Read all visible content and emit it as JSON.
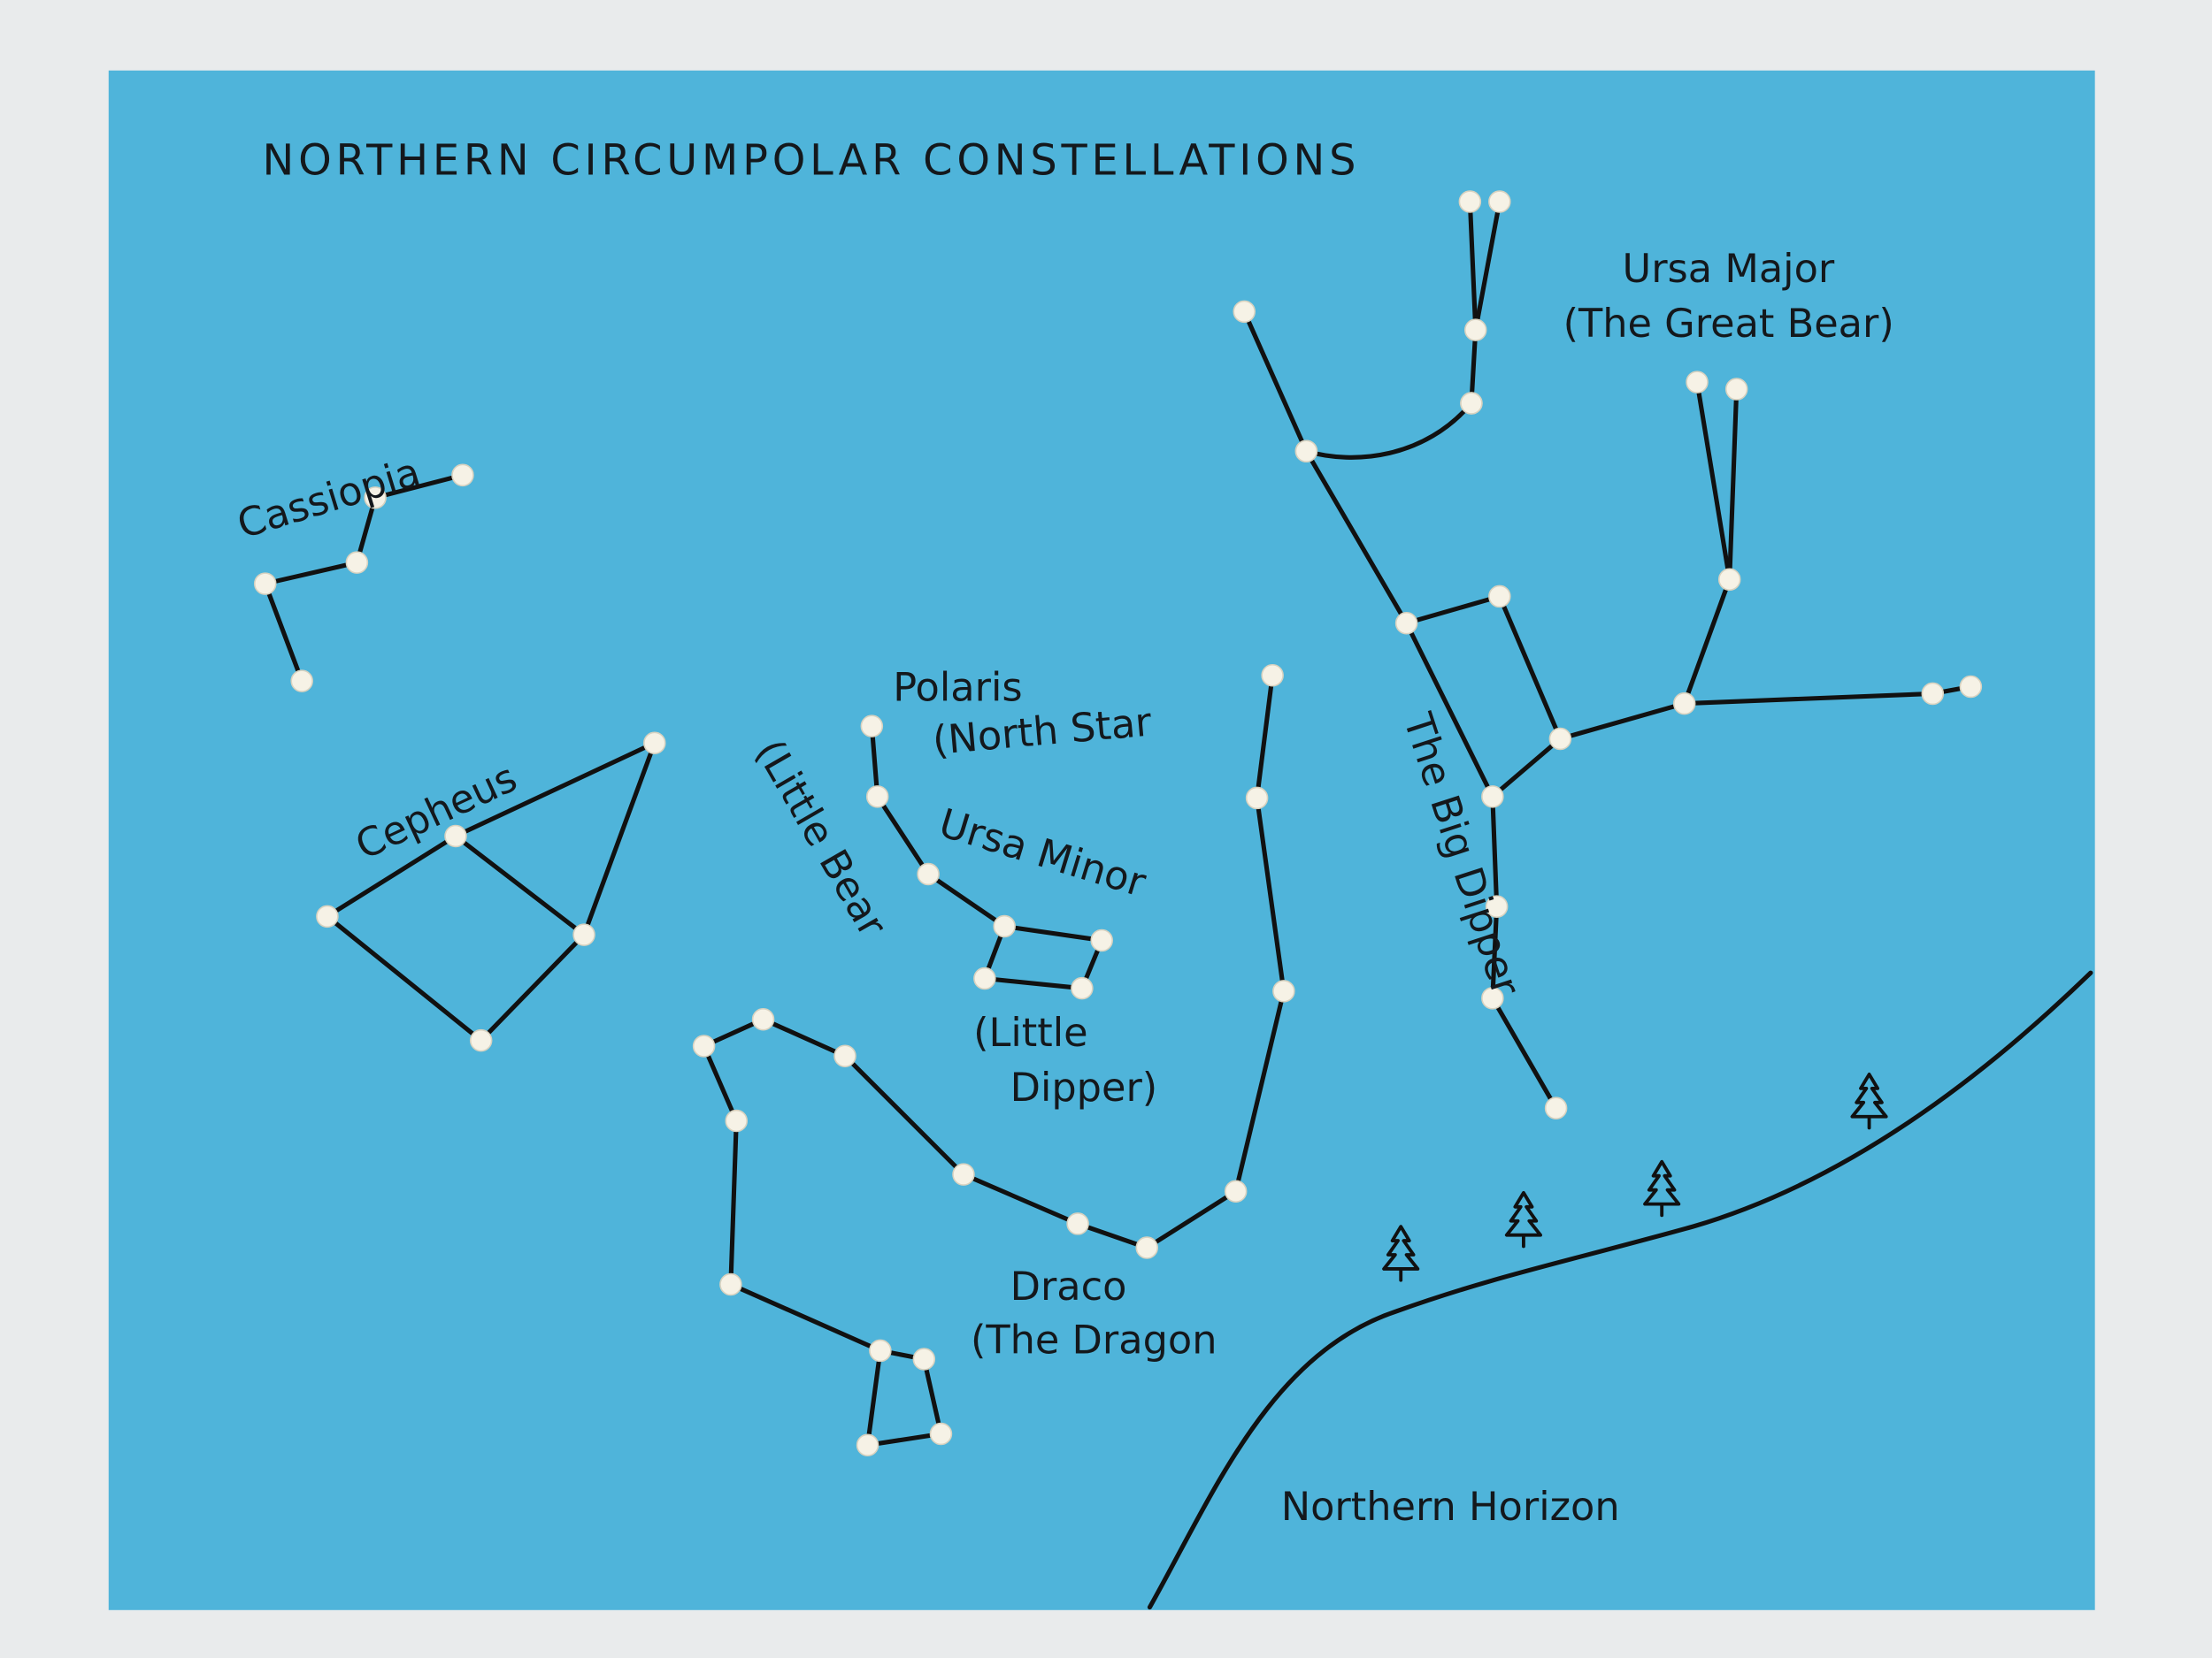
{
  "title": "NORTHERN CIRCUMPOLAR CONSTELLATIONS",
  "labels": {
    "cassiopeia": "Cassiopia",
    "cepheus": "Cepheus",
    "polaris_1": "Polaris",
    "polaris_2": "(North Star",
    "ursa_minor": "Ursa Minor",
    "little_bear": "(Little Bear",
    "little_dipper_1": "(Little",
    "little_dipper_2": "Dipper)",
    "draco_1": "Draco",
    "draco_2": "(The Dragon",
    "ursa_major_1": "Ursa Major",
    "ursa_major_2": "(The Great Bear)",
    "big_dipper": "The Big Dipper",
    "horizon": "Northern Horizon"
  },
  "colors": {
    "paper": "#4fb4da",
    "ink": "#111111",
    "star": "#f6f2e6",
    "background": "#e9ebec"
  }
}
